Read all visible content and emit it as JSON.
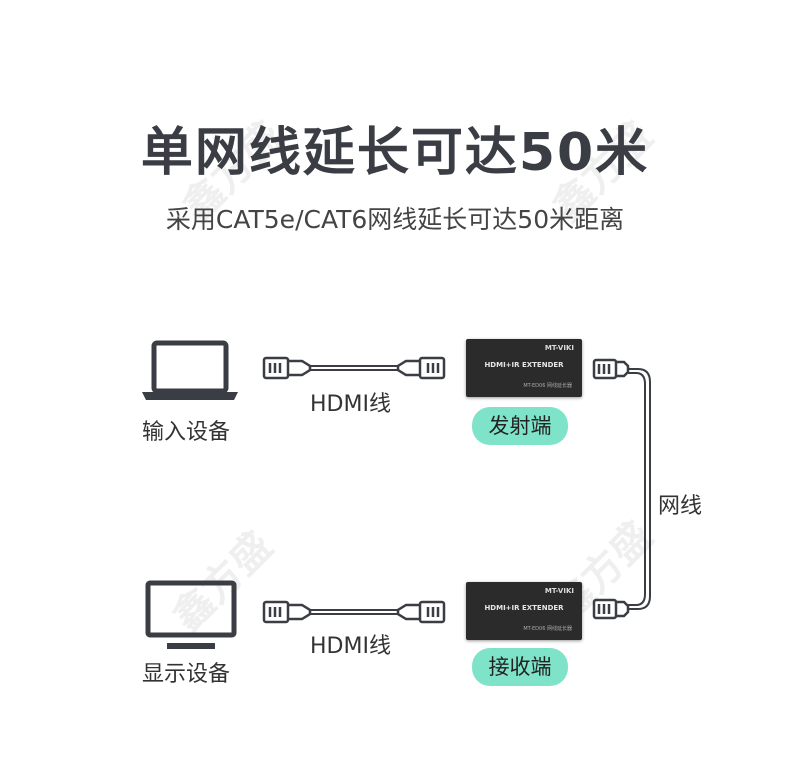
{
  "title": "单网线延长可达50米",
  "subtitle": "采用CAT5e/CAT6网线延长可达50米距离",
  "input_device_label": "输入设备",
  "display_device_label": "显示设备",
  "hdmi_label_top": "HDMI线",
  "hdmi_label_bottom": "HDMI线",
  "network_cable_label": "网线",
  "transmitter_label": "发射端",
  "receiver_label": "接收端",
  "device_brand": "MT-VIKI",
  "device_model": "HDMI+IR EXTENDER",
  "device_small_text": "MT-ED06 网线延长器",
  "watermark_text": "鑫方盛",
  "colors": {
    "pill": "#7fe3c9",
    "title": "#3a3d44",
    "device": "#2b2b2b"
  }
}
